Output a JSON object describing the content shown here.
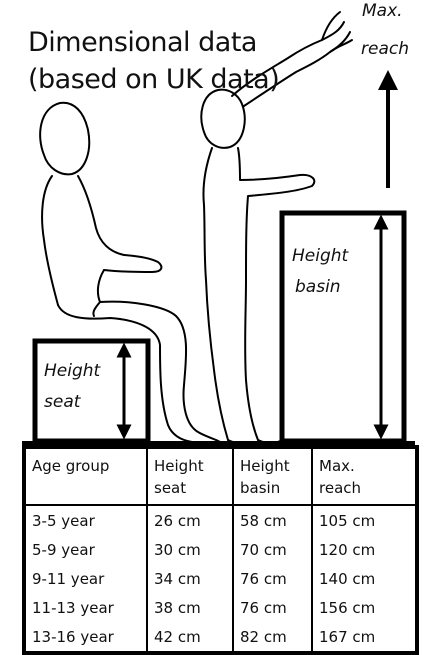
{
  "title": {
    "line1": "Dimensional data",
    "line2": "(based on UK data)"
  },
  "labels": {
    "max_reach_1": "Max.",
    "max_reach_2": "reach",
    "height_basin_1": "Height",
    "height_basin_2": "basin",
    "height_seat_1": "Height",
    "height_seat_2": "seat"
  },
  "table": {
    "headers": [
      {
        "line1": "Age group",
        "line2": ""
      },
      {
        "line1": "Height",
        "line2": "seat"
      },
      {
        "line1": "Height",
        "line2": "basin"
      },
      {
        "line1": "Max.",
        "line2": "reach"
      }
    ],
    "rows": [
      [
        "3-5 year",
        "26 cm",
        "58 cm",
        "105 cm"
      ],
      [
        "5-9 year",
        "30 cm",
        "70 cm",
        "120 cm"
      ],
      [
        "9-11 year",
        "34 cm",
        "76 cm",
        "140 cm"
      ],
      [
        "11-13 year",
        "38 cm",
        "76 cm",
        "156 cm"
      ],
      [
        "13-16 year",
        "42 cm",
        "82 cm",
        "167 cm"
      ]
    ]
  }
}
